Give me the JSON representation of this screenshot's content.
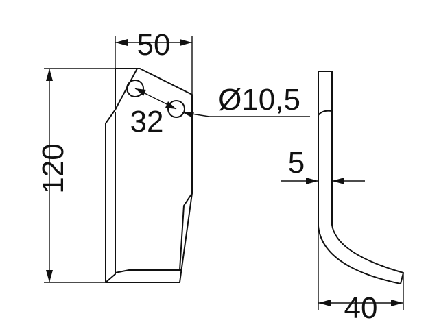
{
  "dimensions": {
    "width_top": "50",
    "height": "120",
    "hole_spacing": "32",
    "hole_diameter": "Ø10,5",
    "thickness": "5",
    "bend_offset": "40"
  },
  "colors": {
    "line": "#111111",
    "background": "#ffffff"
  }
}
